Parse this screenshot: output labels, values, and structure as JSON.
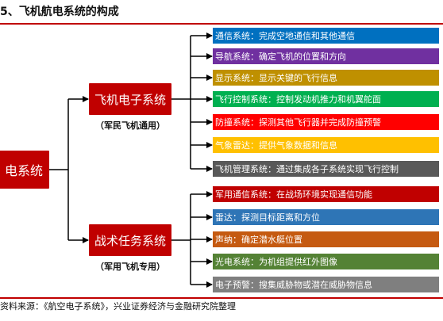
{
  "title": "5、飞机航电系统的构成",
  "source": "资料来源：《航空电子系统》，兴业证券经济与金融研究院整理",
  "root": {
    "label": "电系统"
  },
  "branches": [
    {
      "label": "飞机电子系统",
      "caption": "（军民飞机通用）",
      "items": [
        {
          "label": "通信系统：完成空地通信和其他通信",
          "color": "#0070c0"
        },
        {
          "label": "导航系统：确定飞机的位置和方向",
          "color": "#7030a0"
        },
        {
          "label": "显示系统：显示关键的飞行信息",
          "color": "#bf9000"
        },
        {
          "label": "飞行控制系统：控制发动机推力和机翼舵面",
          "color": "#00b050"
        },
        {
          "label": "防撞系统：探测其他飞行器并完成防撞预警",
          "color": "#ff0000"
        },
        {
          "label": "气象雷达：提供气象数据和信息",
          "color": "#ffc000"
        },
        {
          "label": "飞机管理系统：通过集成各子系统实现飞行控制",
          "color": "#595959"
        }
      ]
    },
    {
      "label": "战术任务系统",
      "caption": "（军用飞机专用）",
      "items": [
        {
          "label": "军用通信系统：在战场环境实现通信功能",
          "color": "#c00000"
        },
        {
          "label": "雷达：探测目标距离和方位",
          "color": "#2e75b6"
        },
        {
          "label": "声纳：确定潜水艇位置",
          "color": "#c55a11"
        },
        {
          "label": "光电系统：为机组提供红外图像",
          "color": "#548235"
        },
        {
          "label": "电子预警：搜集威胁物或潜在威胁物信息",
          "color": "#7f7f7f"
        }
      ]
    }
  ]
}
